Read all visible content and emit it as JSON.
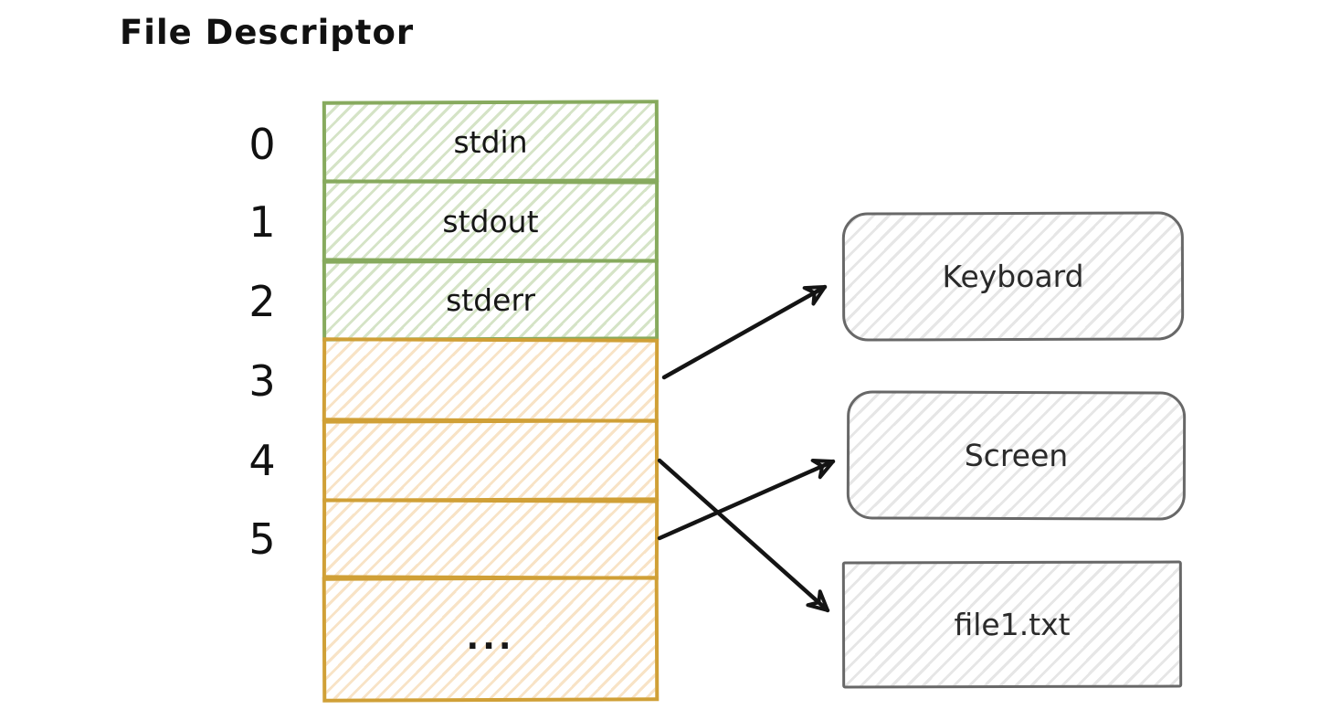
{
  "title": "File Descriptor",
  "table": {
    "rows": [
      {
        "index": "0",
        "label": "stdin",
        "color": "green"
      },
      {
        "index": "1",
        "label": "stdout",
        "color": "green"
      },
      {
        "index": "2",
        "label": "stderr",
        "color": "green"
      },
      {
        "index": "3",
        "label": "",
        "color": "orange"
      },
      {
        "index": "4",
        "label": "",
        "color": "orange"
      },
      {
        "index": "5",
        "label": "",
        "color": "orange"
      },
      {
        "index": "",
        "label": "...",
        "color": "orange"
      }
    ]
  },
  "targets": [
    {
      "label": "Keyboard",
      "shape": "rounded-rectangle"
    },
    {
      "label": "Screen",
      "shape": "rounded-rectangle"
    },
    {
      "label": "file1.txt",
      "shape": "rectangle"
    }
  ],
  "arrows": [
    {
      "from": "fd-3",
      "to": "Keyboard"
    },
    {
      "from": "fd-4",
      "to": "file1.txt"
    },
    {
      "from": "fd-5",
      "to": "Screen"
    }
  ],
  "colors": {
    "green_stroke": "#87aa5e",
    "green_hatch": "#cde0ba",
    "orange_stroke": "#d0a037",
    "orange_hatch": "#f4d8b2",
    "gray_stroke": "#686868",
    "gray_hatch": "#e2e2e2",
    "arrow": "#141414",
    "text": "#111111",
    "background": "#ffffff"
  }
}
